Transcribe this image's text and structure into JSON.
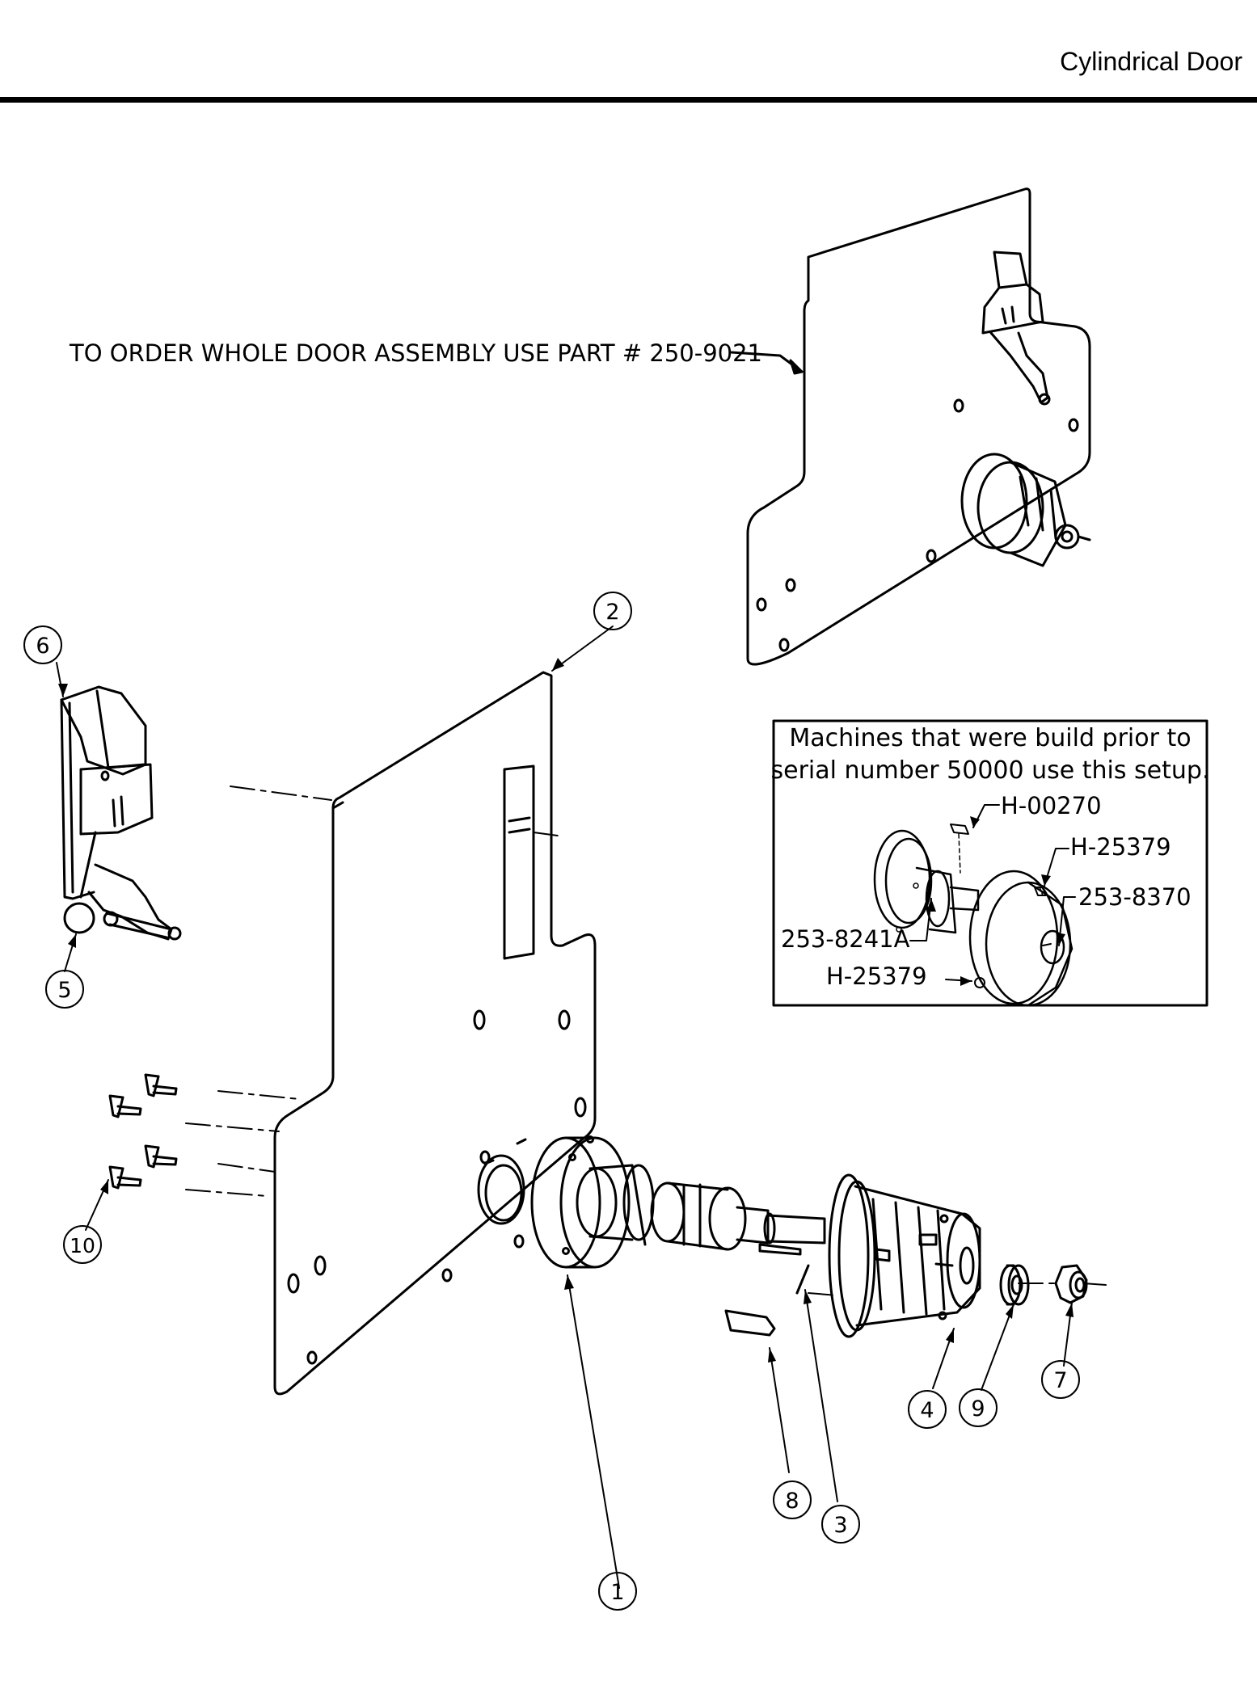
{
  "header": {
    "title": "Cylindrical Door"
  },
  "note": {
    "order_text": "TO ORDER WHOLE DOOR ASSEMBLY USE PART # 250-9021"
  },
  "inset": {
    "caption_line1": "Machines that were build prior to",
    "caption_line2": "serial number 50000 use this setup.",
    "parts": {
      "key": "H-00270",
      "set_screw_top": "H-25379",
      "hub": "253-8370",
      "bearing": "253-8241A",
      "set_screw_bottom": "H-25379"
    }
  },
  "callouts": {
    "c1": "1",
    "c2": "2",
    "c3": "3",
    "c4": "4",
    "c5": "5",
    "c6": "6",
    "c7": "7",
    "c8": "8",
    "c9": "9",
    "c10": "10"
  }
}
